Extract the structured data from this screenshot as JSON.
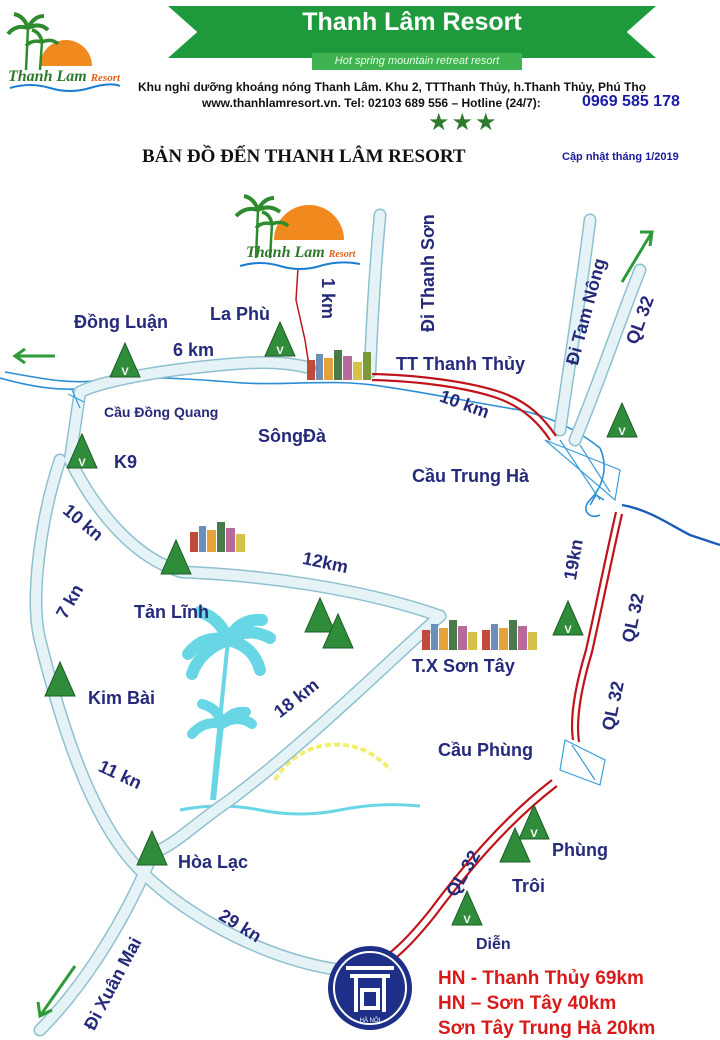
{
  "header": {
    "resort_name": "Thanh Lâm Resort",
    "slogan": "Hot spring mountain retreat resort",
    "logo_text": "Thanh Lam",
    "logo_sub": "Resort",
    "info_line1": "Khu nghỉ dưỡng khoáng nóng Thanh Lâm.  Khu 2, TTThanh Thủy, h.Thanh Thủy,  Phú Thọ",
    "info_line2": "www.thanhlamresort.vn. Tel: 02103  689 556 – Hotline (24/7):",
    "hotline": "0969 585 178",
    "stars": "★★★"
  },
  "title": "BẢN ĐỒ ĐẾN THANH LÂM RESORT",
  "updated": "Cập nhật tháng 1/2019",
  "map": {
    "places": {
      "dong_luan": "Đồng Luận",
      "la_phu": "La Phù",
      "tt_thanh_thuy": "TT Thanh Thủy",
      "cau_dong_quang": "Cầu Đồng Quang",
      "song_da": "SôngĐà",
      "k9": "K9",
      "cau_trung_ha": "Cầu Trung Hà",
      "tan_linh": "Tản Lĩnh",
      "tx_son_tay": "T.X Sơn Tây",
      "kim_bai": "Kim Bài",
      "cau_phung": "Cầu Phùng",
      "hoa_lac": "Hòa Lạc",
      "phung": "Phùng",
      "troi": "Trôi",
      "dien": "Diễn",
      "hanoi_logo": "HÀ NỘI"
    },
    "directions": {
      "di_thanh_son": "Đi Thanh Sơn",
      "di_tam_nong": "Đi Tam Nông",
      "di_xuan_mai": "Đi Xuân Mai"
    },
    "roads": {
      "ql32_north": "QL 32",
      "ql32_a": "QL 32",
      "ql32_b": "QL 32",
      "ql32_c": "QL 32"
    },
    "distances": {
      "d_6km": "6 km",
      "d_1km": "1 km",
      "d_10km_top": "10 km",
      "d_10km_left": "10 kn",
      "d_12km": "12km",
      "d_19km": "19kn",
      "d_7km": "7 kn",
      "d_18km": "18 km",
      "d_11km": "11 kn",
      "d_29km": "29 kn"
    },
    "summary": [
      "HN  - Thanh Thủy 69km",
      "HN  – Sơn Tây 40km",
      "Sơn Tây Trung Hà 20km"
    ],
    "forest_mark": "V"
  },
  "colors": {
    "brand_green": "#1e9a3c",
    "label_navy": "#262a7a",
    "route_red": "#c0141b",
    "river_blue": "#2a8ed6",
    "road_fill": "#e4f1f5",
    "summary_red": "#d91a1a"
  }
}
